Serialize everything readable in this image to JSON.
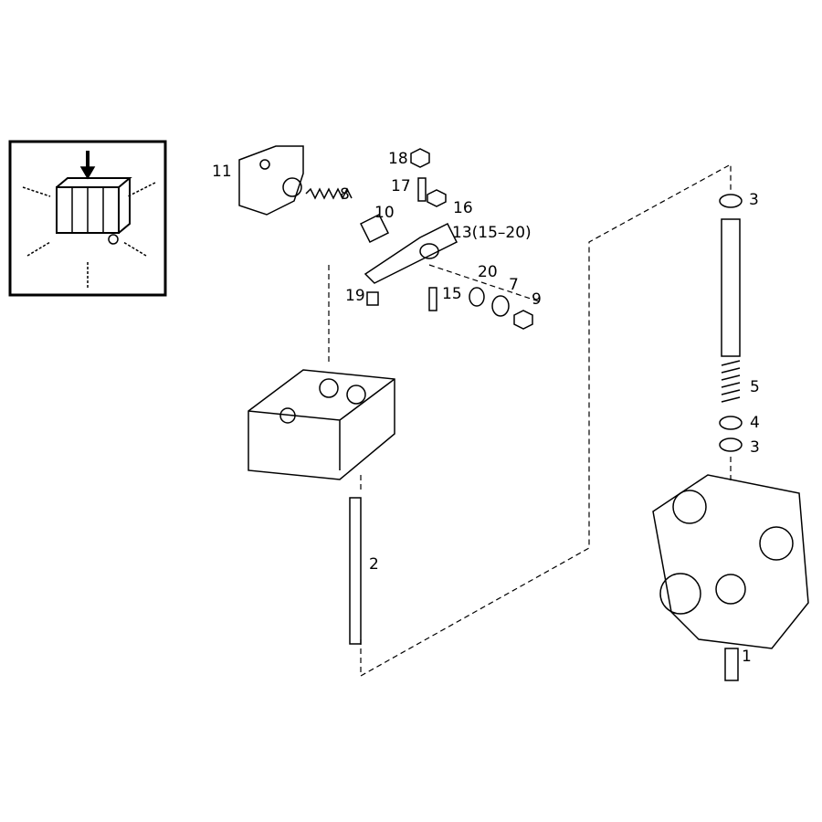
{
  "diagram": {
    "type": "exploded-parts-view",
    "locator_icon": "engine-orientation-icon",
    "callouts": {
      "c11": "11",
      "c8": "8",
      "c10": "10",
      "c18": "18",
      "c17": "17",
      "c16": "16",
      "c13": "13(15–20)",
      "c20": "20",
      "c7": "7",
      "c9": "9",
      "c19": "19",
      "c15": "15",
      "c2": "2",
      "c3a": "3",
      "c5": "5",
      "c4": "4",
      "c3b": "3",
      "c1": "1"
    }
  }
}
